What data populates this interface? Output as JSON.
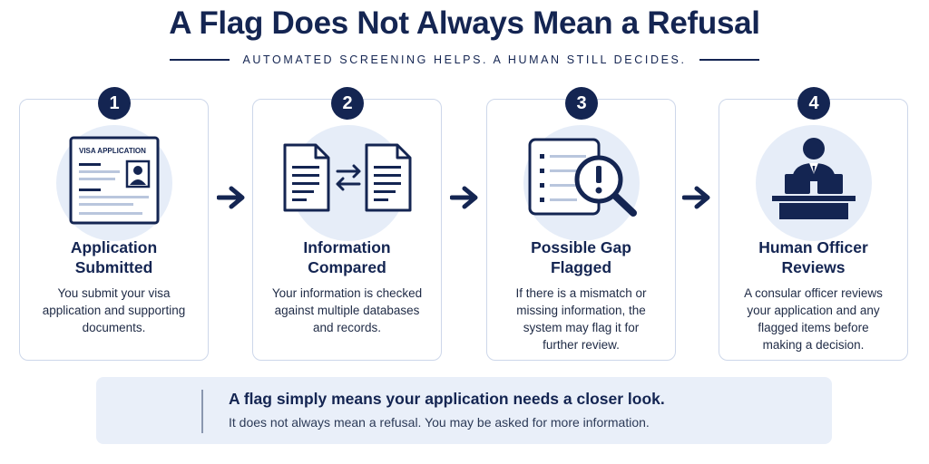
{
  "header": {
    "title": "A Flag Does Not Always Mean a Refusal",
    "subtitle": "AUTOMATED SCREENING HELPS. A HUMAN STILL DECIDES."
  },
  "steps": [
    {
      "number": "1",
      "title_line1": "Application",
      "title_line2": "Submitted",
      "text_lines": [
        "You submit your visa",
        "application and supporting",
        "documents."
      ],
      "icon": "visa-application-form-icon",
      "icon_label": "VISA APPLICATION"
    },
    {
      "number": "2",
      "title_line1": "Information",
      "title_line2": "Compared",
      "text_lines": [
        "Your information is checked",
        "against multiple databases",
        "and records."
      ],
      "icon": "compare-documents-icon"
    },
    {
      "number": "3",
      "title_line1": "Possible Gap",
      "title_line2": "Flagged",
      "text_lines": [
        "If there is a mismatch or",
        "missing information, the",
        "system may flag it for",
        "further review."
      ],
      "icon": "magnifier-alert-icon"
    },
    {
      "number": "4",
      "title_line1": "Human Officer",
      "title_line2": "Reviews",
      "text_lines": [
        "A consular officer reviews",
        "your application and any",
        "flagged items before",
        "making a decision."
      ],
      "icon": "officer-at-desk-icon"
    }
  ],
  "callout": {
    "main": "A flag simply means your application needs a closer look.",
    "sub": "It does not always mean a refusal. You may be asked for more information."
  },
  "colors": {
    "navy": "#142552",
    "light_blue": "#e6edf8",
    "card_border": "#cdd7ea",
    "callout_bg": "#e9eff9"
  }
}
